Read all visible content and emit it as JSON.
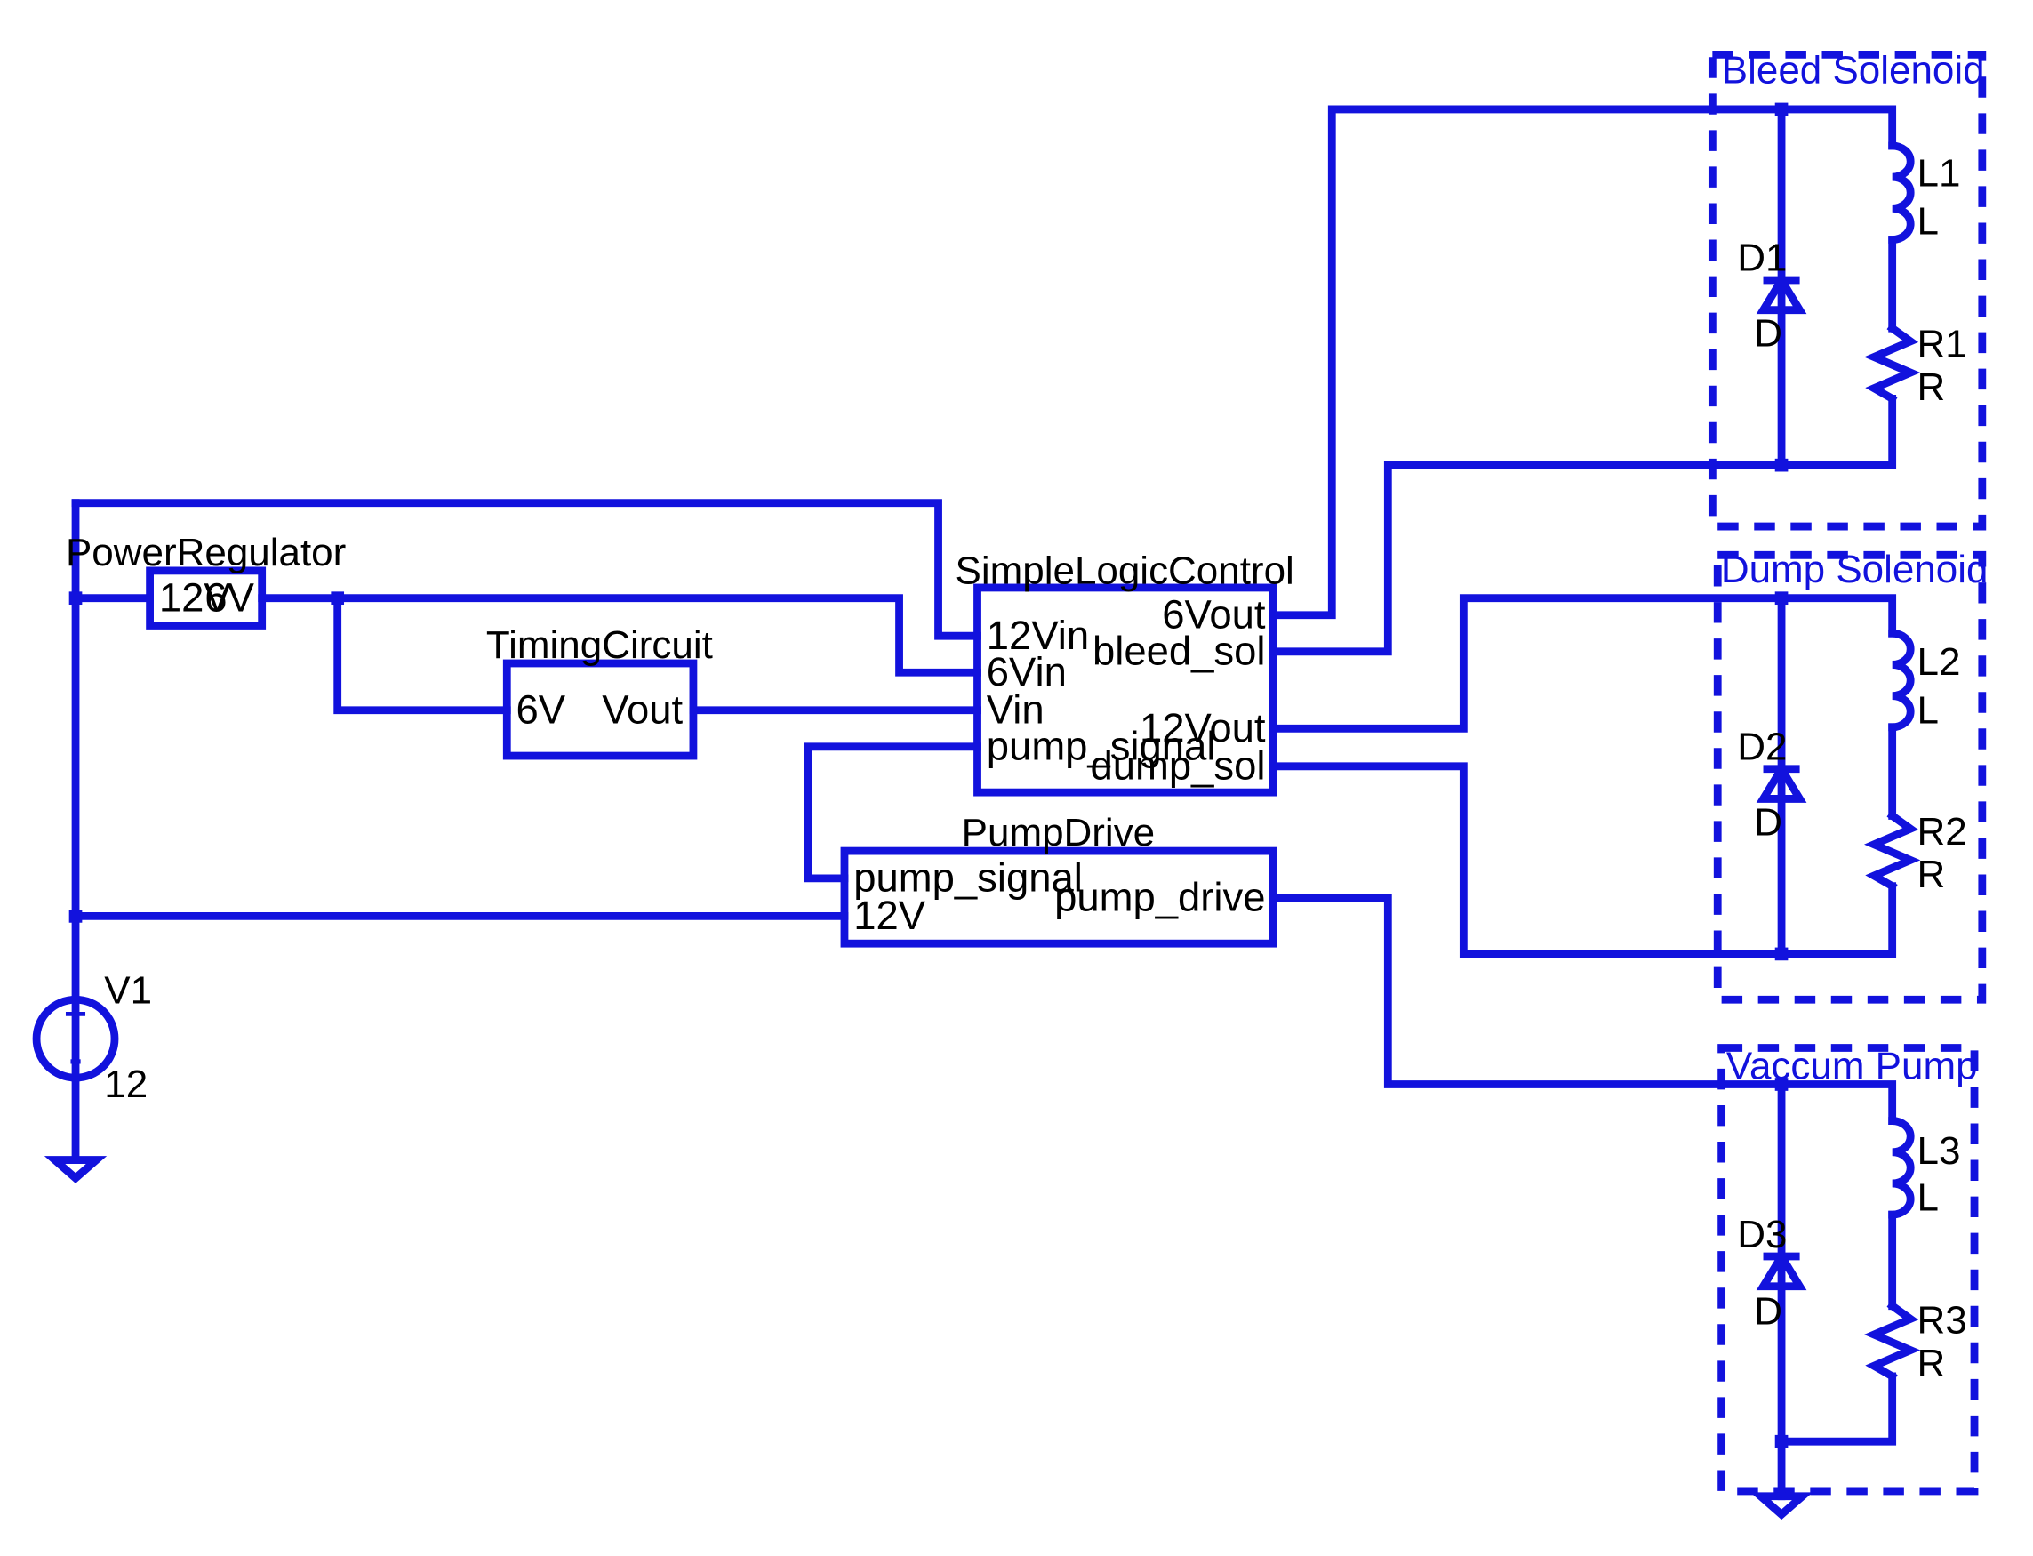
{
  "colors": {
    "wire": "#1212dd",
    "text": "#000000",
    "background": "#ffffff"
  },
  "source": {
    "name": "V1",
    "value": "12",
    "plus": "+",
    "minus": "-"
  },
  "power_regulator": {
    "name": "PowerRegulator",
    "pin_in": "12V",
    "pin_out": "6V"
  },
  "timing_circuit": {
    "name": "TimingCircuit",
    "pin_in": "6V",
    "pin_out": "Vout"
  },
  "logic_control": {
    "name": "SimpleLogicControl",
    "pins_left": [
      "12Vin",
      "6Vin",
      "Vin",
      "pump_signal"
    ],
    "pins_right": [
      "6Vout",
      "bleed_sol",
      "12Vout",
      "dump_sol"
    ]
  },
  "pump_drive": {
    "name": "PumpDrive",
    "pin_signal": "pump_signal",
    "pin_power": "12V",
    "pin_out": "pump_drive"
  },
  "groups": [
    {
      "title": "Bleed Solenoid",
      "inductor": "L1",
      "inductor_value": "L",
      "resistor": "R1",
      "resistor_value": "R",
      "diode": "D1",
      "diode_value": "D"
    },
    {
      "title": "Dump Solenoid",
      "inductor": "L2",
      "inductor_value": "L",
      "resistor": "R2",
      "resistor_value": "R",
      "diode": "D2",
      "diode_value": "D"
    },
    {
      "title": "Vaccum Pump",
      "inductor": "L3",
      "inductor_value": "L",
      "resistor": "R3",
      "resistor_value": "R",
      "diode": "D3",
      "diode_value": "D"
    }
  ]
}
